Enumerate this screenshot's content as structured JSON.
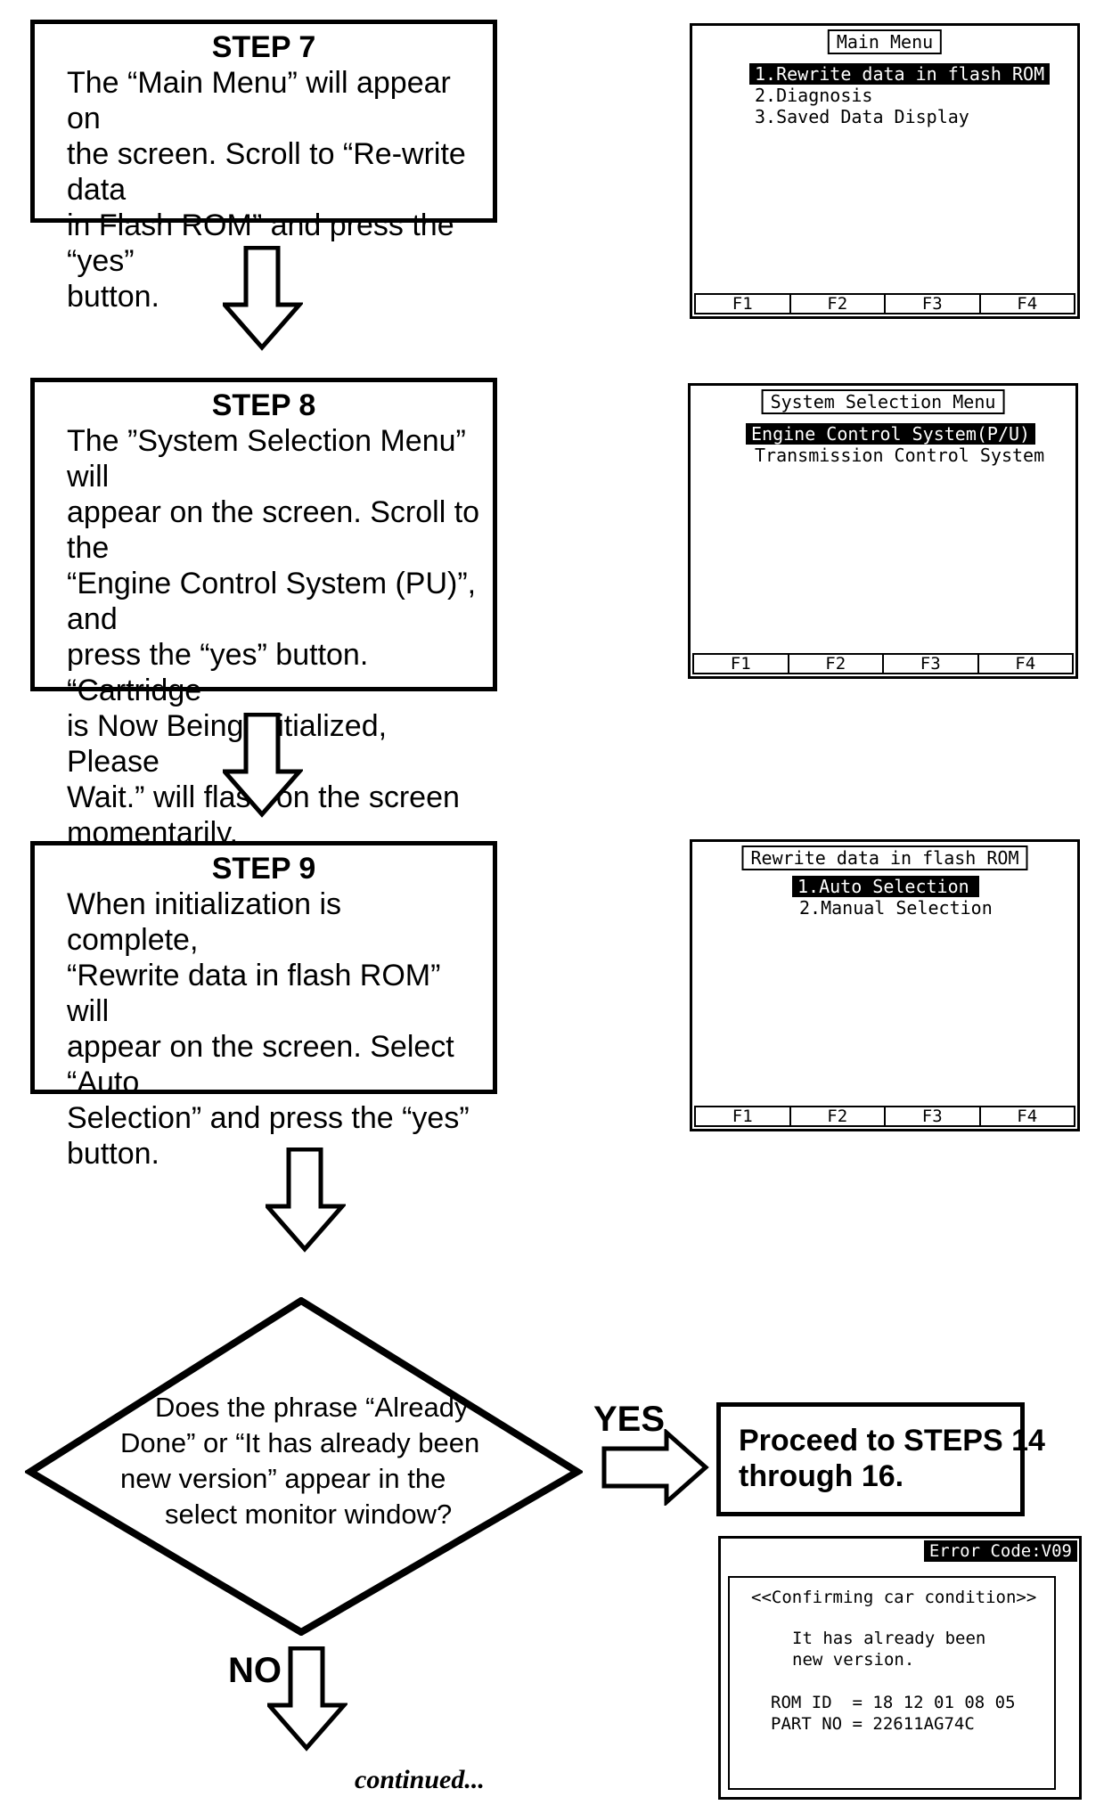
{
  "steps": [
    {
      "title": "STEP 7",
      "text": "The “Main Menu” will appear on\nthe screen. Scroll to “Re-write data\nin Flash ROM” and press the “yes”\nbutton."
    },
    {
      "title": "STEP 8",
      "text": "The ”System Selection Menu” will\nappear on the screen. Scroll to the\n“Engine Control System (PU)”, and\npress the “yes” button. “Cartridge\nis Now Being Initialized, Please\nWait.” will flash on the screen\nmomentarily."
    },
    {
      "title": "STEP 9",
      "text": "When initialization is complete,\n“Rewrite data in flash ROM” will\nappear on the screen. Select “Auto\nSelection” and press the “yes”\nbutton."
    }
  ],
  "screens": [
    {
      "title": "Main Menu",
      "items": [
        "1.Rewrite data in flash ROM",
        "2.Diagnosis",
        "3.Saved Data Display"
      ],
      "fkeys": [
        "F1",
        "F2",
        "F3",
        "F4"
      ]
    },
    {
      "title": "System Selection Menu",
      "items": [
        "Engine Control System(P/U)",
        "Transmission Control System"
      ],
      "fkeys": [
        "F1",
        "F2",
        "F3",
        "F4"
      ]
    },
    {
      "title": "Rewrite data in flash ROM",
      "items": [
        "1.Auto Selection",
        "2.Manual Selection"
      ],
      "fkeys": [
        "F1",
        "F2",
        "F3",
        "F4"
      ]
    }
  ],
  "decision": {
    "line1": "Does the phrase “Already",
    "line2": "Done” or “It has already been",
    "line3": "new version” appear in the",
    "line4": "select monitor window?"
  },
  "yes_label": "YES",
  "no_label": "NO",
  "proceed": {
    "line1": "Proceed to STEPS 14",
    "line2": "through 16."
  },
  "error_screen": {
    "code": "Error Code:V09",
    "heading": "<<Confirming car condition>>",
    "msg1": "It has already been",
    "msg2": "new version.",
    "rom_id": "ROM ID  = 18 12 01 08 05",
    "part_no": "PART NO = 22611AG74C"
  },
  "continued": "continued..."
}
